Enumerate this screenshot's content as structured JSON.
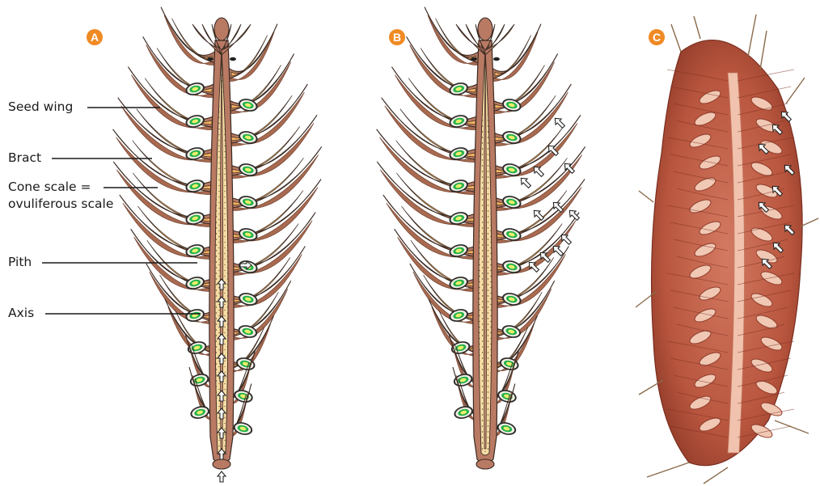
{
  "panels": [
    {
      "id": "A",
      "badge": "A"
    },
    {
      "id": "B",
      "badge": "B"
    },
    {
      "id": "C",
      "badge": "C"
    }
  ],
  "labels": {
    "seed_wing": "Seed wing",
    "bract": "Bract",
    "cone_scale_line1": "Cone scale =",
    "cone_scale_line2": "ovuliferous scale",
    "pith": "Pith",
    "axis": "Axis"
  },
  "colors": {
    "badge": "#f08a24",
    "scale": "#b97a64",
    "seed_wing": "#f2b25f",
    "pith": "#f6dca4",
    "seed_outer": "#2a2a2a",
    "seed_mid": "#f3efe2",
    "seed_ring": "#22b14c",
    "seed_core": "#e9ee6a",
    "photo": "#b8553e",
    "photo_center": "#f1c2ad"
  },
  "icons": [
    "arrow-up-icon",
    "arrow-down-left-icon",
    "arrow-right-icon"
  ]
}
